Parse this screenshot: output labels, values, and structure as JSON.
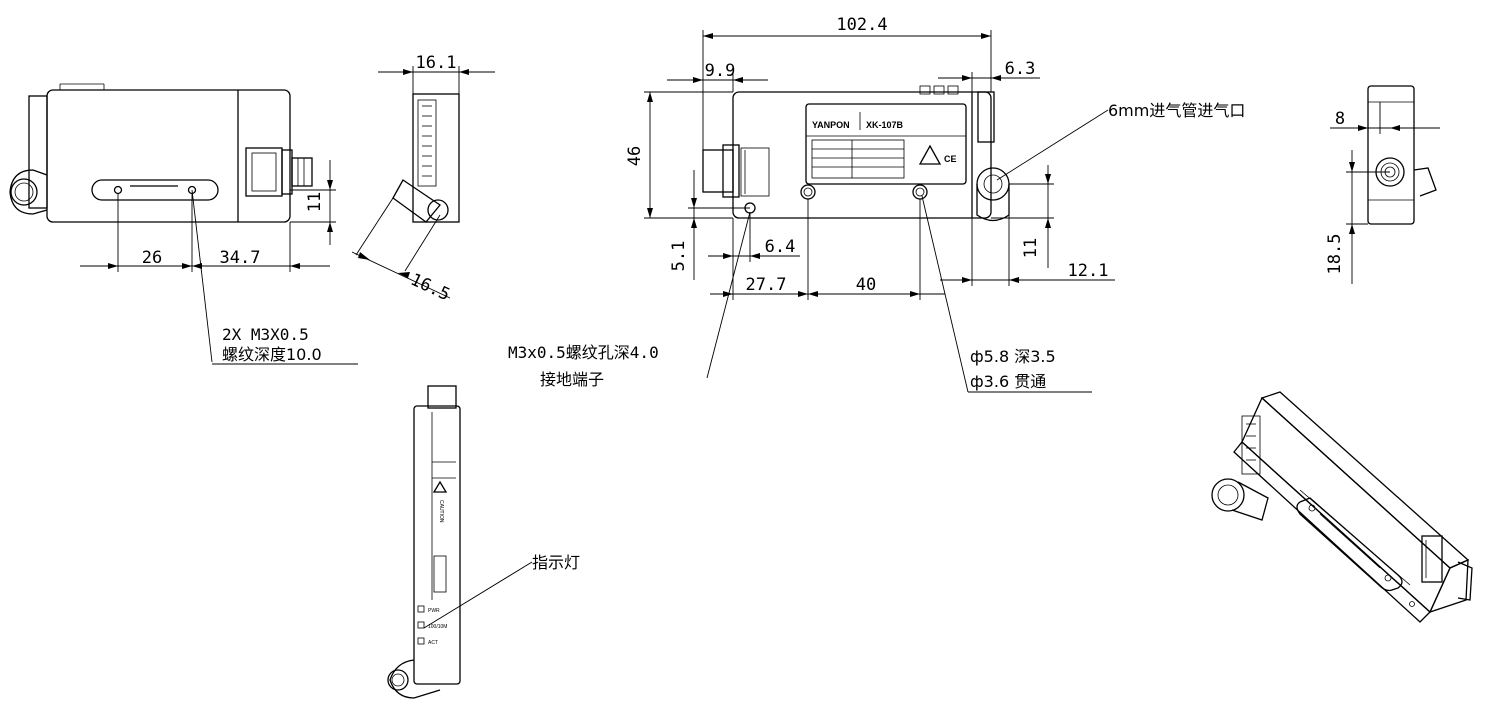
{
  "dimensions": {
    "d102_4": "102.4",
    "d9_9": "9.9",
    "d6_3": "6.3",
    "d46": "46",
    "d5_1": "5.1",
    "d6_4": "6.4",
    "d27_7": "27.7",
    "d40": "40",
    "d11_front": "11",
    "d12_1": "12.1",
    "d16_1": "16.1",
    "d16_5": "16.5",
    "d26": "26",
    "d34_7": "34.7",
    "d11_bottom": "11",
    "d8": "8",
    "d18_5": "18.5"
  },
  "notes": {
    "inlet": "6mm进气管进气口",
    "thread_line1": "2X M3X0.5",
    "thread_line2": "螺纹深度10.0",
    "ground_line1": "M3x0.5螺纹孔深4.0",
    "ground_line2": "接地端子",
    "hole_line1": "ф5.8 深3.5",
    "hole_line2": "ф3.6 贯通",
    "indicator": "指示灯"
  },
  "label": {
    "brand": "YANPON",
    "model": "XK-107B",
    "ce": "CE"
  },
  "caution": {
    "title": "CAUTION",
    "led1": "PWR",
    "led2": "100/10M",
    "led3": "ACT"
  }
}
